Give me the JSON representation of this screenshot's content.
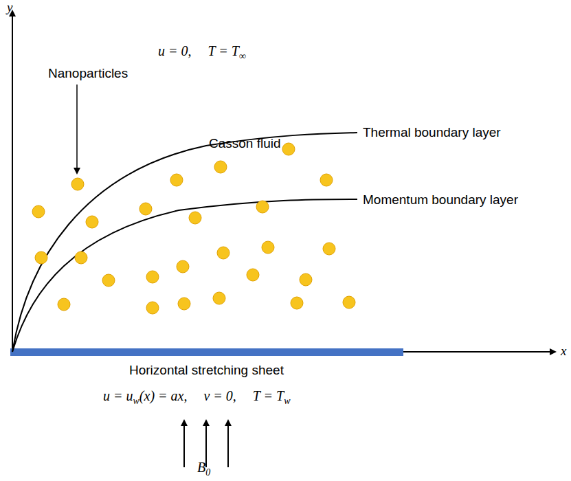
{
  "diagram": {
    "labels": [
      "y",
      "x",
      "u = 0,",
      "T = T",
      "∞",
      "Nanoparticles",
      "Thermal boundary layer",
      "Casson fluid",
      "Momentum boundary layer",
      "Horizontal stretching sheet",
      "u = u",
      "w",
      "(x) = ax,",
      "v = 0,",
      "T = T",
      "w",
      "B",
      "0"
    ]
  }
}
